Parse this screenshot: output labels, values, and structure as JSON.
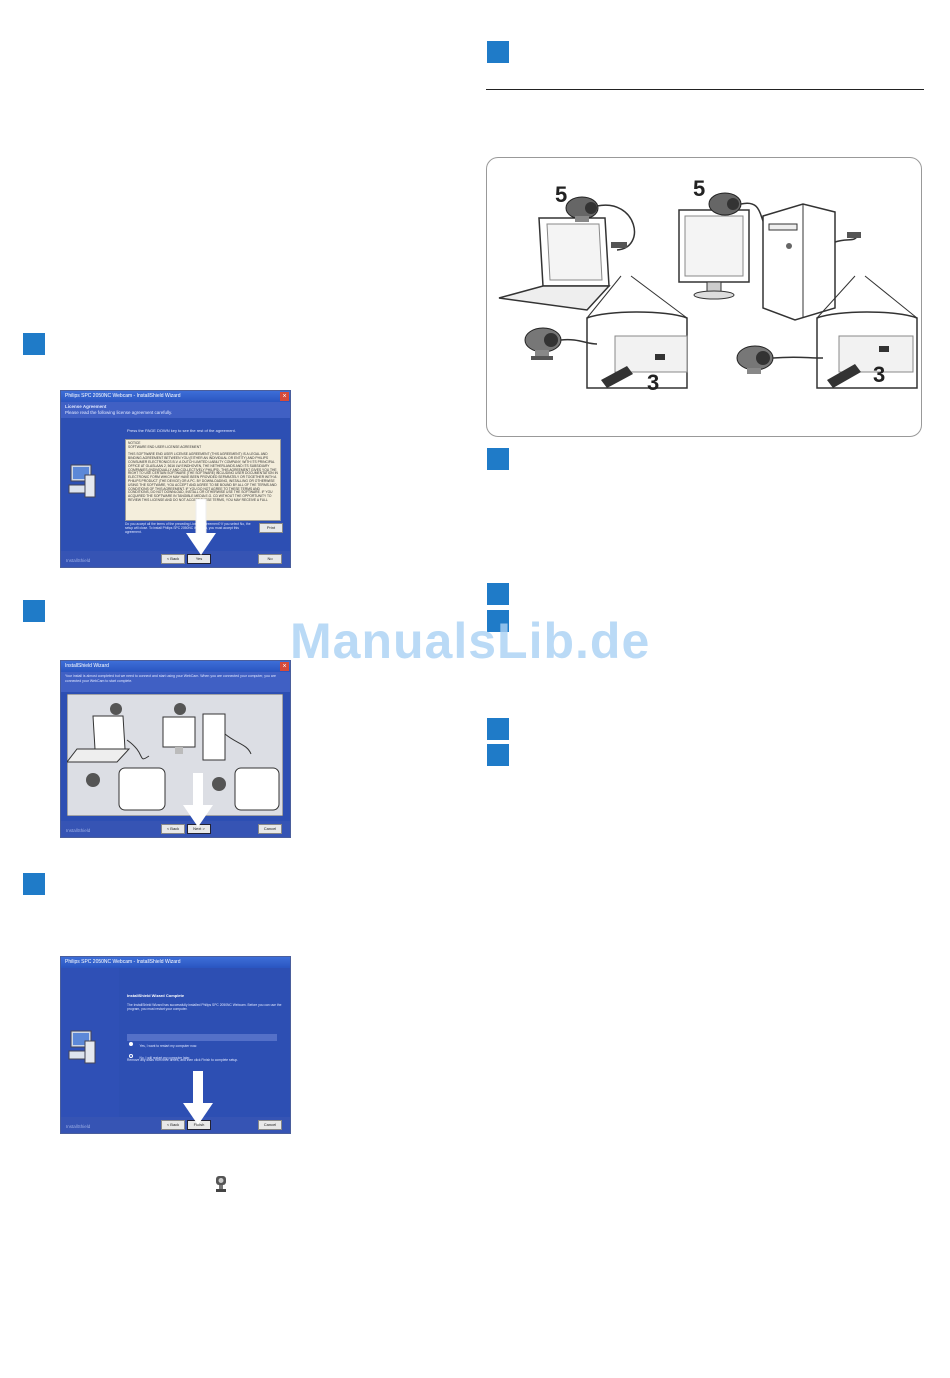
{
  "watermark": "ManualsLib.de",
  "connection_illustration": {
    "step_5_label": "5",
    "step_3_label": "3"
  },
  "wizard_license": {
    "title": "Philips SPC 2050NC Webcam - InstallShield Wizard",
    "header_title": "License Agreement",
    "header_sub": "Please read the following license agreement carefully.",
    "intro": "Press the PAGE DOWN key to see the rest of the agreement.",
    "license_text": "NOTICE\nSOFTWARE END USER LICENSE AGREEMENT\n\nTHIS SOFTWARE END USER LICENSE AGREEMENT (THIS AGREEMENT) IS A LEGAL AND BINDING AGREEMENT BETWEEN YOU (EITHER AN INDIVIDUAL OR ENTITY) AND PHILIPS CONSUMER ELECTRONICS B.V. A DUTCH LIMITED LIABILITY COMPANY, WITH ITS PRINCIPAL OFFICE AT GLASLAAN 2, 5616 LW EINDHOVEN, THE NETHERLANDS AND ITS SUBSIDIARY COMPANIES (INDIVIDUALLY AND COLLECTIVELY PHILIPS). THIS AGREEMENT GIVES YOU THE RIGHT TO USE CERTAIN SOFTWARE (THE SOFTWARE) INCLUDING USER DOCUMENTATION IN ELECTRONIC FORM WHICH MAY HAVE BEEN PROVIDED SEPARATELY OR TOGETHER WITH A PHILIPS PRODUCT (THE DEVICE) OR A PC. BY DOWNLOADING, INSTALLING OR OTHERWISE USING THE SOFTWARE, YOU ACCEPT AND AGREE TO BE BOUND BY ALL OF THE TERMS AND CONDITIONS OF THIS AGREEMENT. IF YOU DO NOT AGREE TO THESE TERMS AND CONDITIONS, DO NOT DOWNLOAD, INSTALL OR OTHERWISE USE THE SOFTWARE. IF YOU ACQUIRED THE SOFTWARE IN TANGIBLE MEDIA E.G. CD WITHOUT THE OPPORTUNITY TO REVIEW THIS LICENSE AND DO NOT ACCEPT THESE TERMS, YOU MAY RECEIVE A FULL",
    "question": "Do you accept all the terms of the preceding License Agreement? If you select No, the setup will close. To install Philips SPC 2050NC Webcam, you must accept this agreement.",
    "print_label": "Print",
    "install_label": "InstallShield",
    "back_label": "< Back",
    "yes_label": "Yes",
    "no_label": "No"
  },
  "wizard_connect": {
    "title": "InstallShield Wizard",
    "instruction": "Your install is almost completed but we need to connect and start using your WebCam. When you are connected your computer, you are connected your WebCam to start complete.",
    "install_label": "InstallShield",
    "back_label": "< Back",
    "next_label": "Next >",
    "cancel_label": "Cancel"
  },
  "wizard_complete": {
    "title": "Philips SPC 2050NC Webcam - InstallShield Wizard",
    "heading": "InstallShield Wizard Complete",
    "text": "The InstallShield Wizard has successfully installed Philips SPC 2050NC Webcam. Before you can use the program, you must restart your computer.",
    "option_yes": "Yes, I want to restart my computer now.",
    "option_no": "No, I will restart my computer later.",
    "note": "Remove any disks from their drives, and then click Finish to complete setup.",
    "install_label": "InstallShield",
    "back_label": "< Back",
    "finish_label": "Finish",
    "cancel_label": "Cancel"
  }
}
